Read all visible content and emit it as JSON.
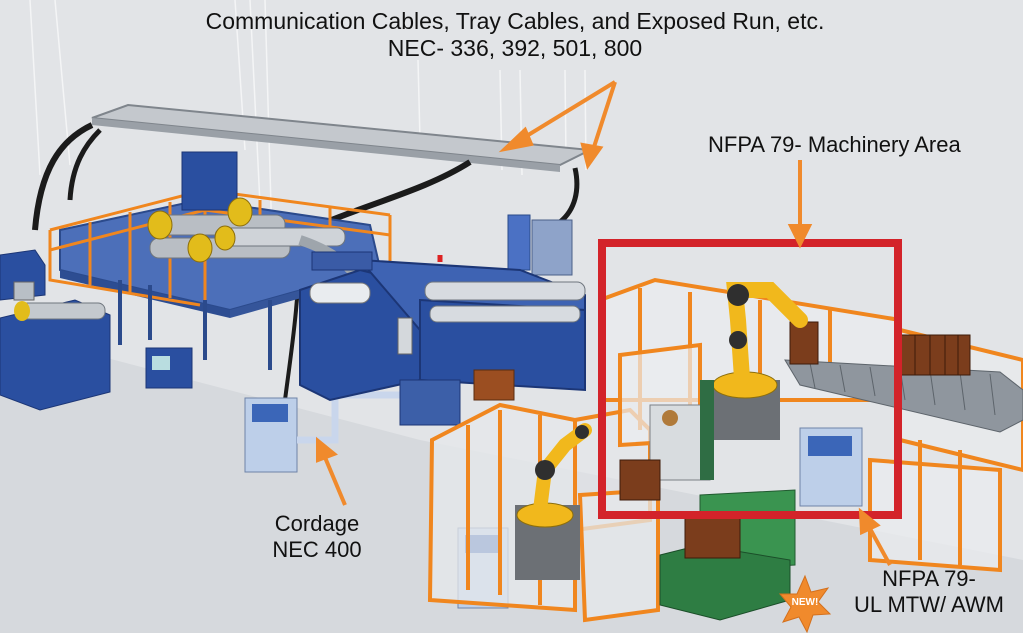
{
  "labels": {
    "top_line1": "Communication Cables, Tray Cables, and Exposed Run, etc.",
    "top_line2": "NEC- 336, 392, 501, 800",
    "machinery": "NFPA 79- Machinery Area",
    "cordage_line1": "Cordage",
    "cordage_line2": "NEC 400",
    "ul_line1": "NFPA 79-",
    "ul_line2": "UL MTW/ AWM",
    "badge": "NEW!"
  },
  "colors": {
    "arrow": "#f08a2c",
    "highlight_box": "#d3232a",
    "machine_blue": "#2a4fa0",
    "guard_orange": "#f0861e",
    "robot_yellow": "#f1b81c",
    "conveyor": "#8f969e",
    "platform": "#3f63b4"
  }
}
